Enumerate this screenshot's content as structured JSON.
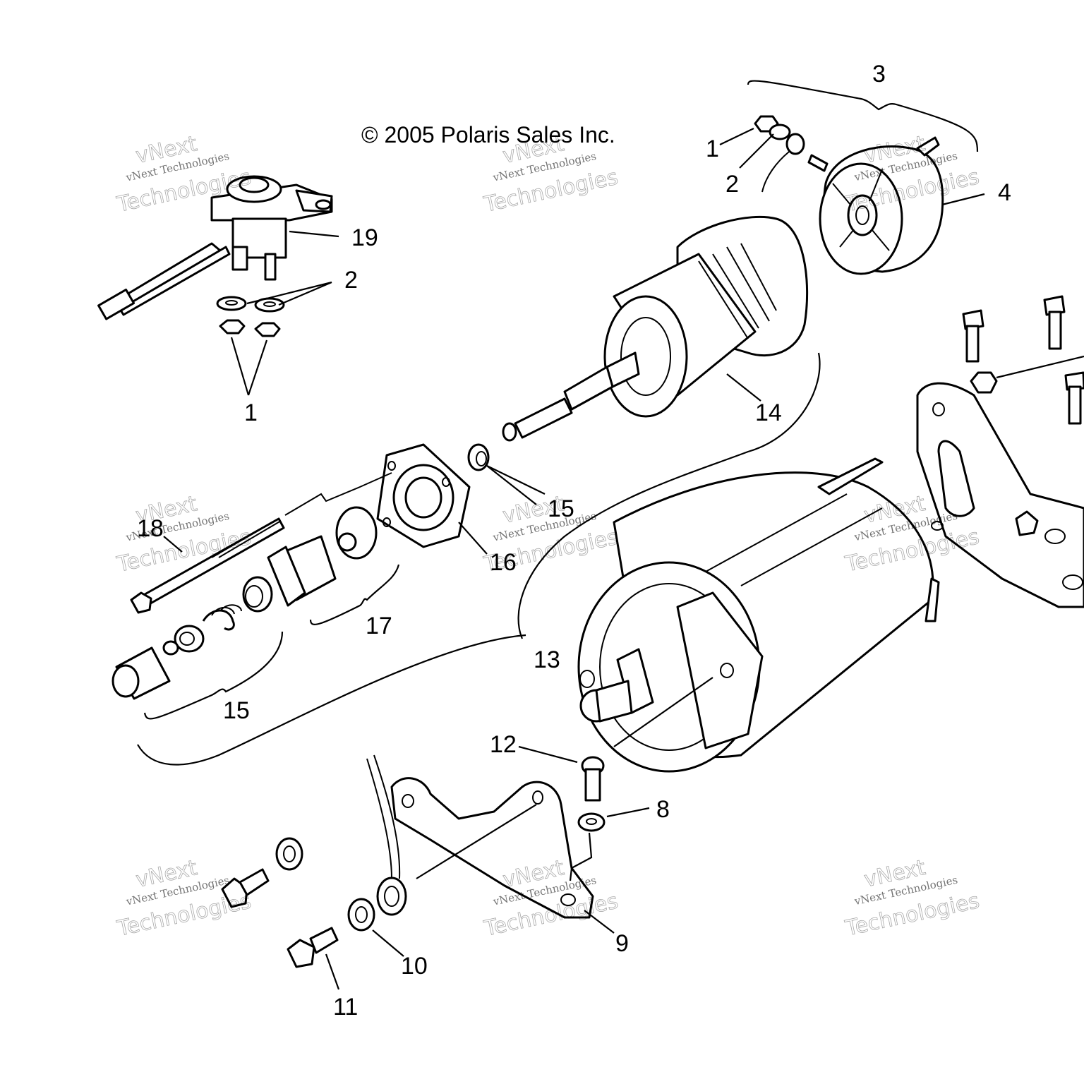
{
  "copyright": "© 2005 Polaris Sales Inc.",
  "watermark": {
    "line1": "vNext Technologies",
    "line2": "vNext",
    "line3": "Technologies"
  },
  "callouts": {
    "c1_top": "1",
    "c2_top": "2",
    "c3": "3",
    "c4": "4",
    "c19": "19",
    "c2_left": "2",
    "c1_left": "1",
    "c14": "14",
    "c15_upper": "15",
    "c18": "18",
    "c16": "16",
    "c17": "17",
    "c13": "13",
    "c15_lower": "15",
    "c12": "12",
    "c8": "8",
    "c9": "9",
    "c10": "10",
    "c11": "11"
  }
}
